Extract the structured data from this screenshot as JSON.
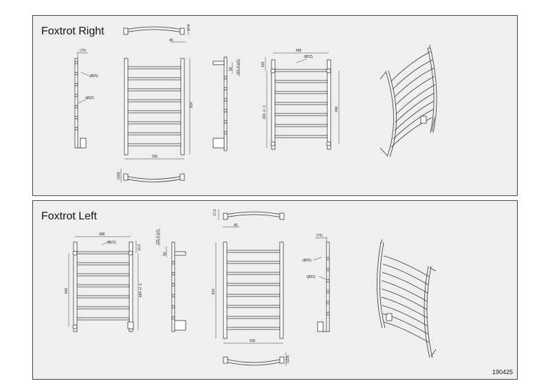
{
  "right": {
    "title": "Foxtrot Right",
    "dims": {
      "d70": "(70)",
      "d25": "(Ø25)",
      "d32": "(Ø32)",
      "w40": "40",
      "h176": "17,6",
      "w530": "530",
      "h119": "(119)",
      "h814": "814",
      "s1014": "101,4 (x7)",
      "s50": "50",
      "w498": "498",
      "d22": "(Ø22)",
      "h102": "102",
      "h694": "694 +/- 1",
      "h646": "646"
    }
  },
  "left": {
    "title": "Foxtrot Left",
    "dims": {
      "w498": "498",
      "d22": "(Ø22)",
      "h102": "10,2",
      "h646": "646",
      "h694": "694 +/- 1",
      "s1014": "101,4 (x7)",
      "s50": "50",
      "h176": "17,6",
      "w40": "40",
      "h814": "814",
      "w530": "530",
      "h119": "(119)",
      "d70": "(70)",
      "d25": "(Ø25)",
      "d32": "(Ø32)"
    },
    "ref_code": "190425"
  }
}
